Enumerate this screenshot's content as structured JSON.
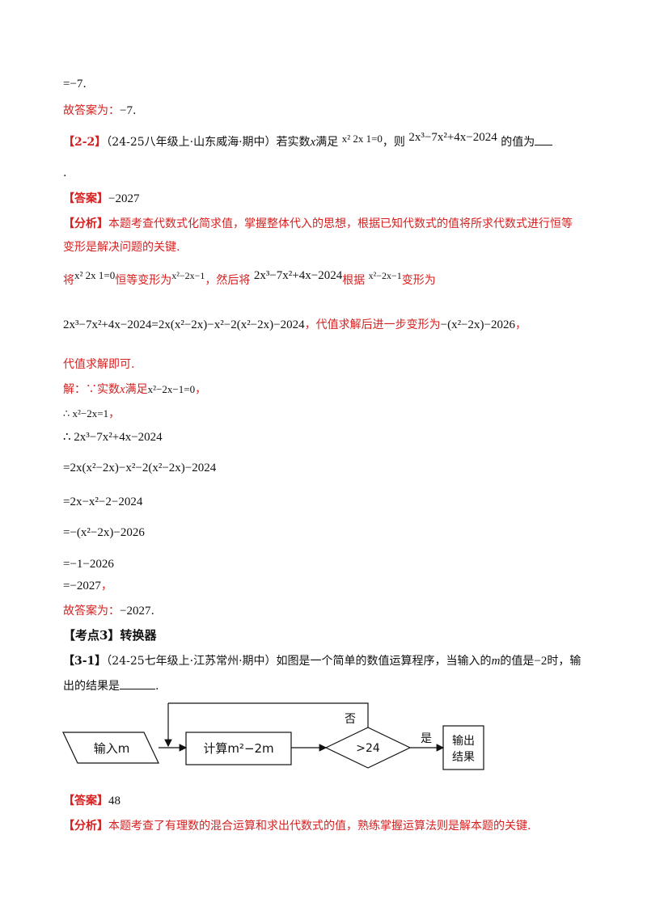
{
  "lines": {
    "l1": "=−7",
    "l1_end": ".",
    "l2_label": "故答案为：",
    "l2_val": "−7",
    "l2_end": ".",
    "q22_tag": "【2-2】",
    "q22_src": "（24-25八年级上·山东威海·期中）若实数",
    "q22_x": "x",
    "q22_mid": "满足",
    "q22_eq1": "x² 2x 1=0",
    "q22_then": "，则",
    "q22_expr": "2x³−7x²+4x−2024",
    "q22_tail": "的值为",
    "q22_dot": ".",
    "ans_label": "【答案】",
    "ans_val": "−2027",
    "ana_label": "【分析】",
    "ana_text1": "本题考查代数式化简求值，掌握整体代入的思想，根据已知代数式的值将所求代数式进行恒等",
    "ana_text2": "变形是解决问题的关键.",
    "step_a1": "将",
    "step_a2": "x² 2x 1=0",
    "step_a3": "恒等变形为",
    "step_a4": "x²−2x−1",
    "step_a5": "，然后将",
    "step_a6": "2x³−7x²+4x−2024",
    "step_a7": "根据",
    "step_a8": "x²−2x−1",
    "step_a9": "变形为",
    "step_b1": "2x³−7x²+4x−2024=2x(x²−2x)−x²−2(x²−2x)−2024",
    "step_b2": "，代值求解后进一步变形为",
    "step_b3": "−(x²−2x)−2026",
    "step_b4": "，",
    "step_c": "代值求解即可.",
    "sol1_a": "解：∵实数",
    "sol1_x": "x",
    "sol1_b": "满足",
    "sol1_c": "x²−2x−1=0",
    "sol1_d": "，",
    "sol2": "∴ x²−2x=1",
    "sol2_end": "，",
    "sol3": "∴ 2x³−7x²+4x−2024",
    "sol4": "=2x(x²−2x)−x²−2(x²−2x)−2024",
    "sol5": "=2x−x²−2−2024",
    "sol6": "=−(x²−2x)−2026",
    "sol7": "=−1−2026",
    "sol8": "=−2027",
    "sol8_end": "，",
    "final_label": "故答案为：",
    "final_val": "−2027",
    "final_end": ".",
    "kp3": "【考点3】转换器",
    "q31_tag": "【3-1】",
    "q31_text1": "（24-25七年级上·江苏常州·期中）如图是一个简单的数值运算程序，当输入的",
    "q31_m": "m",
    "q31_text2": "的值是",
    "q31_val": "−2",
    "q31_text3": "时，输",
    "q31_text4": "出的结果是",
    "q31_dot": ".",
    "ans2_label": "【答案】",
    "ans2_val": "48",
    "ana2_label": "【分析】",
    "ana2_text": "本题考查了有理数的混合运算和求出代数式的值，熟练掌握运算法则是解本题的关键."
  },
  "flowchart": {
    "input": "输入m",
    "compute": "计算m²−2m",
    "condition": ">24",
    "no": "否",
    "yes": "是",
    "output_1": "输出",
    "output_2": "结果"
  },
  "colors": {
    "accent": "#d61f1f",
    "text": "#111111"
  }
}
